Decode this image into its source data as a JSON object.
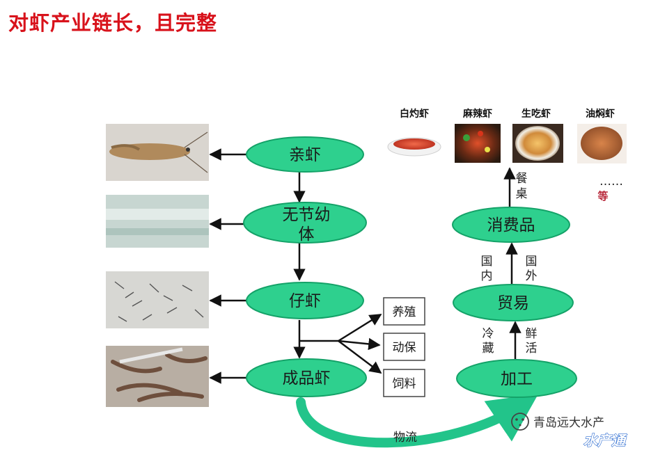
{
  "title": "对虾产业链长，且完整",
  "nodes": {
    "broodstock": "亲虾",
    "nauplius_line1": "无节幼",
    "nauplius_line2": "体",
    "juvenile": "仔虾",
    "adult": "成品虾",
    "consumer_goods": "消费品",
    "trade": "贸易",
    "processing": "加工"
  },
  "side_boxes": [
    "养殖",
    "动保",
    "饲料"
  ],
  "edge_labels": {
    "dining_1": "餐",
    "dining_2": "桌",
    "domestic_1": "国",
    "domestic_2": "内",
    "overseas_1": "国",
    "overseas_2": "外",
    "chilled_1": "冷",
    "chilled_2": "藏",
    "fresh_1": "鲜",
    "fresh_2": "活",
    "logistics": "物流"
  },
  "dishes": [
    "白灼虾",
    "麻辣虾",
    "生吃虾",
    "油焖虾"
  ],
  "dishes_ellipsis": "……",
  "dishes_etc": "等",
  "watermark": {
    "account": "青岛远大水产",
    "brand": "水产通"
  },
  "colors": {
    "title_red": "#d8121b",
    "node_green": "#2ed08e",
    "node_border": "#14a268",
    "arrow_green": "#22c48a"
  }
}
